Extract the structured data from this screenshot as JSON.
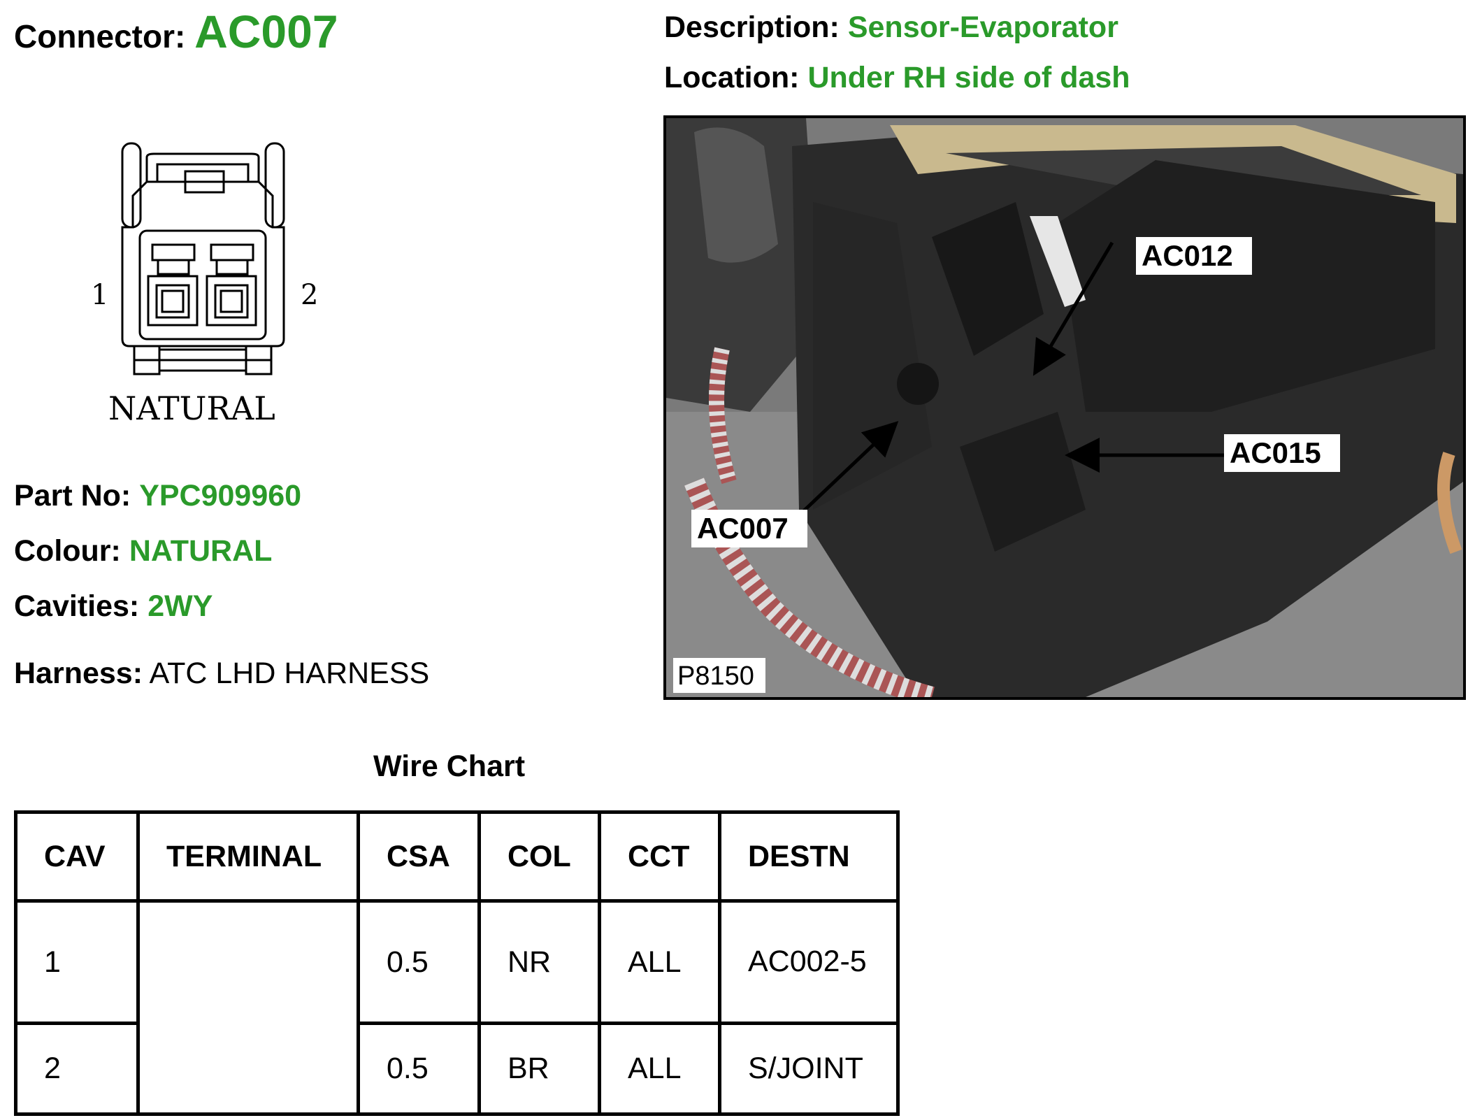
{
  "header": {
    "connector_label": "Connector:",
    "connector_value": "AC007",
    "description_label": "Description:",
    "description_value": "Sensor-Evaporator",
    "location_label": "Location:",
    "location_value": "Under RH side of dash"
  },
  "diagram": {
    "pin_left": "1",
    "pin_right": "2",
    "colour_caption": "NATURAL"
  },
  "details": {
    "part_label": "Part No:",
    "part_value": "YPC909960",
    "colour_label": "Colour:",
    "colour_value": "NATURAL",
    "cavities_label": "Cavities:",
    "cavities_value": "2WY",
    "harness_label": "Harness:",
    "harness_value": "ATC LHD HARNESS"
  },
  "photo": {
    "callouts": [
      "AC012",
      "AC015",
      "AC007"
    ],
    "ref_code": "P8150"
  },
  "wire_chart": {
    "title": "Wire Chart",
    "headers": [
      "CAV",
      "TERMINAL",
      "CSA",
      "COL",
      "CCT",
      "DESTN"
    ],
    "rows": [
      {
        "cav": "1",
        "terminal": "",
        "csa": "0.5",
        "col": "NR",
        "cct": "ALL",
        "destn": "AC002-5"
      },
      {
        "cav": "2",
        "terminal": "",
        "csa": "0.5",
        "col": "BR",
        "cct": "ALL",
        "destn": "S/JOINT"
      }
    ]
  },
  "colors": {
    "accent_green": "#2a9a2a"
  }
}
